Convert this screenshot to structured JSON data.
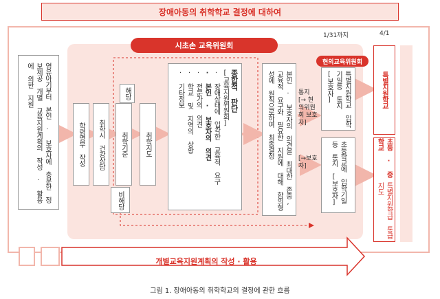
{
  "title": "장애아동의 취학학교 결정에 대하여",
  "committee": "시초손 교육위원회",
  "left_box": "영유아기부터 본인 · 보호자에 충분한 정보제공 개별 교육지원계획의 작성 · 활용에 의한 지원",
  "step_docs": "학령명부 작성",
  "step_health": "취학시 건강상담",
  "label_applicable": "해당",
  "label_not_applicable": "비해당",
  "step_criteria": "취학기준",
  "step_guidance": "취학지도",
  "judgment": {
    "heading": "종합적 판단",
    "sub": "[교육지원위원회]",
    "items": [
      "· 장애상태에 입각한 교육적 요구",
      "· 본인 · 보호자의 의견",
      "· 전문가의 의견",
      "· 학교 및 지역의 상황",
      "· 기타정보"
    ]
  },
  "consensus_box": "본인 · 보호자의 의견을 최대한 존중, 교육적 요구와 필요한 지원에 대해 합의형성에 원칙으로하여 최종결정",
  "arrow_top_label": "통지 [→ 현의위원회 보호자]",
  "arrow_bottom_label": "[→보호자]",
  "council_pill": "현의교육위원회",
  "notice_special": "특별지원학교 입학기일등 통지 [보호자]",
  "notice_regular": "초등학교에 입학기일 등 통지 [보호자]",
  "date_left": "1/31까지",
  "date_right": "4/1",
  "result_special": "특별지원학교",
  "result_regular_bold": "초등 · 중학교",
  "result_regular_sub": "특별지원학급 통급지도",
  "bottom_arrow": "개별교육지원계획의 작성 · 활용",
  "caption": "그림 1. 장애아동의 취학학교의 결정에 관한 흐름",
  "colors": {
    "accent": "#d9342b",
    "panel": "#fbe4df",
    "frame": "#f2b6ab"
  }
}
